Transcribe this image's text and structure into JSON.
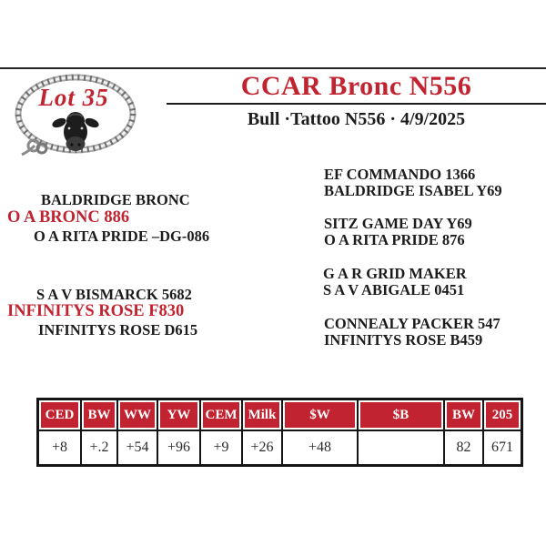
{
  "page": {
    "lot_label": "Lot 35",
    "title": "CCAR Bronc N556",
    "subtitle": "Bull ·Tattoo N556 · 4/9/2025"
  },
  "colors": {
    "accent_red": "#c22330",
    "rule_black": "#262626"
  },
  "icons": {
    "rope_oval": "rope-oval-icon",
    "bull_head": "bull-head-icon"
  },
  "pedigree": {
    "sire_group": {
      "grandsire": "BALDRIDGE BRONC",
      "sire": "O A BRONC 886",
      "granddam": "O A RITA PRIDE –DG-086"
    },
    "dam_group": {
      "grandsire": "S A V BISMARCK 5682",
      "dam": "INFINITYS ROSE F830",
      "granddam": "INFINITYS ROSE D615"
    },
    "right_column": [
      {
        "top": "EF COMMANDO 1366",
        "bottom": "BALDRIDGE ISABEL Y69"
      },
      {
        "top": "SITZ GAME DAY Y69",
        "bottom": "O A RITA PRIDE 876"
      },
      {
        "top": "G A R GRID MAKER",
        "bottom": "S A V ABIGALE 0451"
      },
      {
        "top": "CONNEALY PACKER 547",
        "bottom": "INFINITYS ROSE B459"
      }
    ]
  },
  "epd_table": {
    "headers": [
      "CED",
      "BW",
      "WW",
      "YW",
      "CEM",
      "Milk",
      "$W",
      "$B",
      "BW",
      "205"
    ],
    "values": [
      "+8",
      "+.2",
      "+54",
      "+96",
      "+9",
      "+26",
      "+48",
      "",
      "82",
      "671"
    ]
  }
}
